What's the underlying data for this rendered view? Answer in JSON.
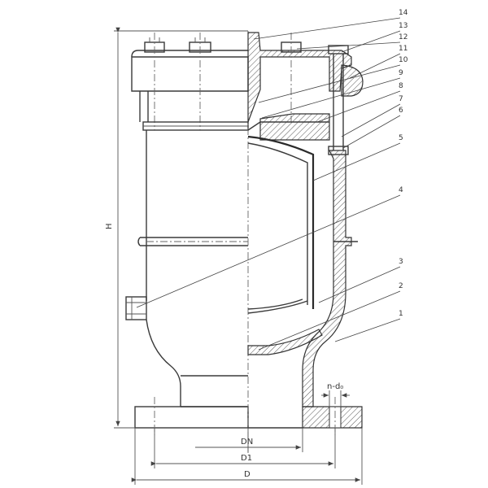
{
  "part_numbers": [
    "14",
    "13",
    "12",
    "11",
    "10",
    "9",
    "8",
    "7",
    "6",
    "5",
    "4",
    "3",
    "2",
    "1"
  ],
  "dimensions": {
    "height": "H",
    "bore": "DN",
    "bolt_circle": "D1",
    "flange_outer": "D",
    "bolt_holes": "n-d₀"
  }
}
